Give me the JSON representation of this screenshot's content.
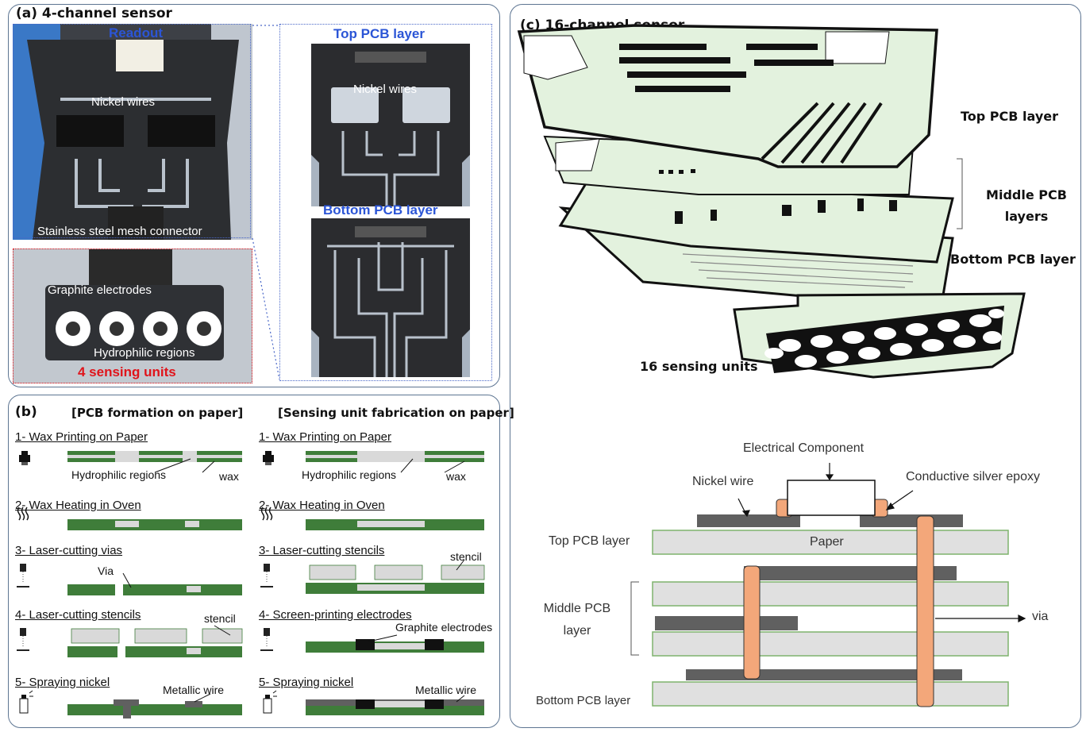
{
  "panel_a": {
    "title": "(a) 4-channel sensor",
    "readout": "Readout",
    "nickel_wires": "Nickel wires",
    "mesh_connector": "Stainless steel mesh connector",
    "graphite_electrodes": "Graphite electrodes",
    "hydrophilic_regions": "Hydrophilic regions",
    "sensing_units": "4 sensing units",
    "top_pcb": "Top PCB layer",
    "nickel_wires_top": "Nickel wires",
    "bottom_pcb": "Bottom PCB layer"
  },
  "panel_b": {
    "title": "(b)",
    "left_header": "[PCB formation on paper]",
    "right_header": "[Sensing unit fabrication on paper]",
    "left_steps": [
      "1- Wax Printing on Paper",
      "2- Wax Heating in Oven",
      "3- Laser-cutting vias",
      "4- Laser-cutting stencils",
      "5- Spraying nickel"
    ],
    "right_steps": [
      "1- Wax Printing on Paper",
      "2- Wax Heating in Oven",
      "3- Laser-cutting stencils",
      "4- Screen-printing electrodes",
      "5- Spraying nickel"
    ],
    "hydrophilic_left": "Hydrophilic regions",
    "wax_left": "wax",
    "hydrophilic_right": "Hydrophilic regions",
    "wax_right": "wax",
    "via": "Via",
    "stencil_left": "stencil",
    "stencil_right": "stencil",
    "graphite_electrodes": "Graphite electrodes",
    "metallic_left": "Metallic wire",
    "metallic_right": "Metallic wire"
  },
  "panel_c": {
    "title": "(c) 16-channel sensor",
    "top_pcb": "Top PCB layer",
    "middle_pcb": "Middle PCB layers",
    "bottom_pcb": "Bottom PCB layer",
    "sensing_units": "16 sensing units",
    "electrical_component": "Electrical Component",
    "nickel_wire": "Nickel wire",
    "silver_epoxy": "Conductive silver epoxy",
    "cross_top": "Top PCB layer",
    "paper": "Paper",
    "cross_middle": "Middle PCB layer",
    "via": "via",
    "cross_bottom": "Bottom PCB layer"
  },
  "colors": {
    "panel_border": "#5d7592",
    "wax_green": "#3f7d3a",
    "paper_gray": "#d9d9d9",
    "board_green": "#e3f2de",
    "epoxy_orange": "#f3a77a",
    "wire_gray": "#606060",
    "blue_label": "#2b55d6",
    "red_label": "#e0141b"
  }
}
